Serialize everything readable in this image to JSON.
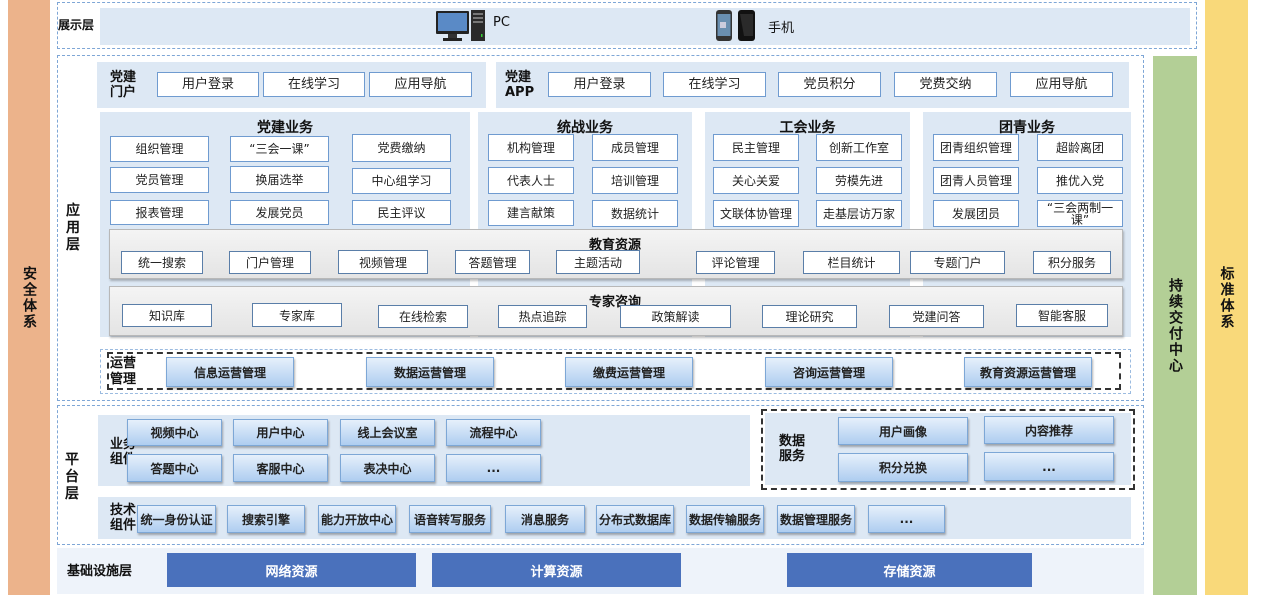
{
  "side": {
    "security": "安全体系",
    "delivery": "持续交付中心",
    "standard": "标准体系"
  },
  "colors": {
    "security": "#ecb38b",
    "delivery": "#b3cf96",
    "standard": "#f9d97a",
    "infra": "#4a71bc",
    "panel": "#dde8f4"
  },
  "display": {
    "label": "展示层",
    "pc": "PC",
    "mobile": "手机"
  },
  "app": {
    "label": "应用层",
    "portal": {
      "label": "党建门户",
      "items": [
        "用户登录",
        "在线学习",
        "应用导航"
      ]
    },
    "mobile_app": {
      "label_1": "党建",
      "label_2": "APP",
      "items": [
        "用户登录",
        "在线学习",
        "党员积分",
        "党费交纳",
        "应用导航"
      ]
    },
    "party": {
      "title": "党建业务",
      "items": [
        "组织管理",
        "“三会一课”",
        "党费缴纳",
        "党员管理",
        "换届选举",
        "中心组学习",
        "报表管理",
        "发展党员",
        "民主评议"
      ]
    },
    "united_front": {
      "title": "统战业务",
      "items": [
        "机构管理",
        "成员管理",
        "代表人士",
        "培训管理",
        "建言献策",
        "数据统计"
      ]
    },
    "union": {
      "title": "工会业务",
      "items": [
        "民主管理",
        "创新工作室",
        "关心关爱",
        "劳模先进",
        "文联体协管理",
        "走基层访万家"
      ]
    },
    "youth": {
      "title": "团青业务",
      "items": [
        "团青组织管理",
        "超龄离团",
        "团青人员管理",
        "推优入党",
        "发展团员",
        "“三会两制一课”"
      ]
    },
    "education": {
      "title": "教育资源",
      "items": [
        "统一搜索",
        "门户管理",
        "视频管理",
        "答题管理",
        "主题活动",
        "评论管理",
        "栏目统计",
        "专题门户",
        "积分服务"
      ]
    },
    "expert": {
      "title": "专家咨询",
      "items": [
        "知识库",
        "专家库",
        "在线检索",
        "热点追踪",
        "政策解读",
        "理论研究",
        "党建问答",
        "智能客服"
      ]
    },
    "operations": {
      "label": "运营管理",
      "items": [
        "信息运营管理",
        "数据运营管理",
        "缴费运营管理",
        "咨询运营管理",
        "教育资源运营管理"
      ]
    }
  },
  "platform": {
    "label": "平台层",
    "business": {
      "label": "业务组件",
      "items": [
        "视频中心",
        "用户中心",
        "线上会议室",
        "流程中心",
        "答题中心",
        "客服中心",
        "表决中心",
        "..."
      ]
    },
    "data_service": {
      "label": "数据服务",
      "items": [
        "用户画像",
        "内容推荐",
        "积分兑换",
        "..."
      ]
    },
    "tech": {
      "label": "技术组件",
      "items": [
        "统一身份认证",
        "搜索引擎",
        "能力开放中心",
        "语音转写服务",
        "消息服务",
        "分布式数据库",
        "数据传输服务",
        "数据管理服务",
        "..."
      ]
    }
  },
  "infra": {
    "label": "基础设施层",
    "items": [
      "网络资源",
      "计算资源",
      "存储资源"
    ]
  }
}
